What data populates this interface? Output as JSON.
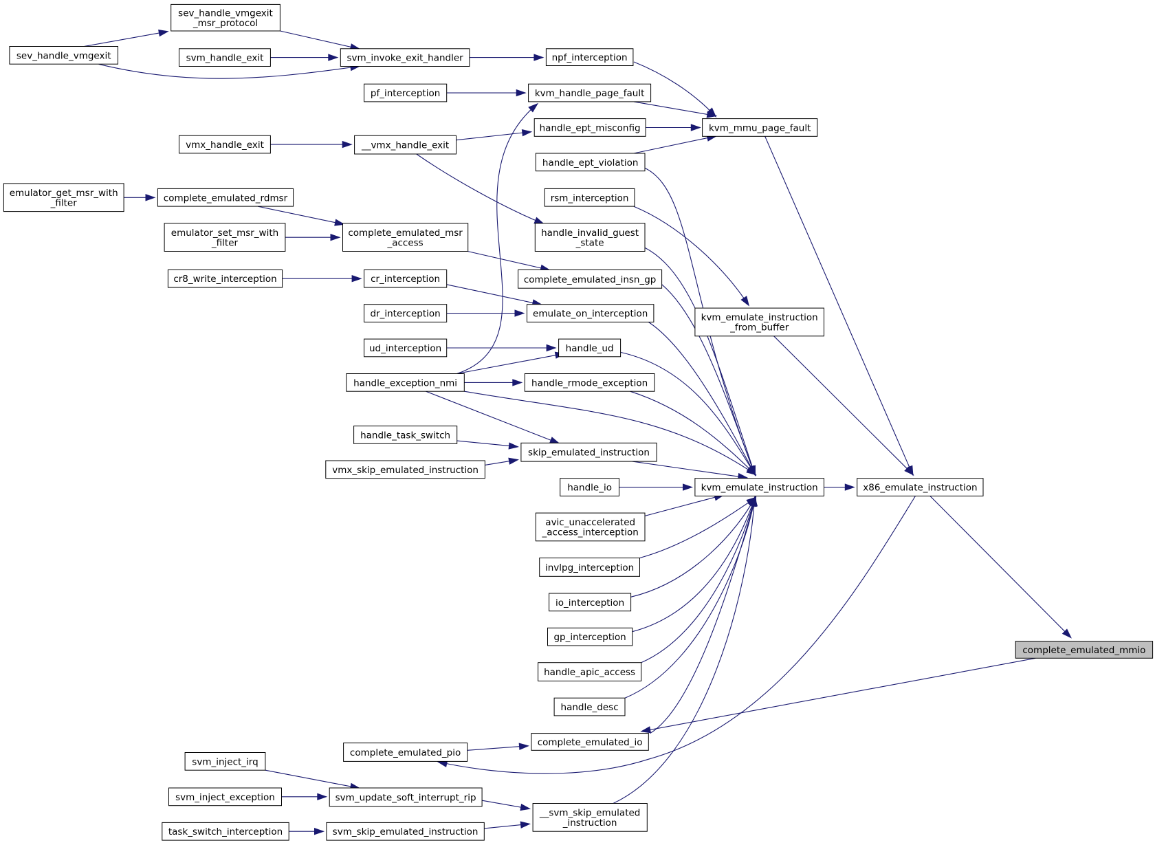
{
  "graph": {
    "type": "caller-graph",
    "colors": {
      "edge": "#191970",
      "node_border": "#000000",
      "node_fill": "#ffffff",
      "highlight_fill": "#bfbfbf"
    },
    "nodes": [
      {
        "id": "complete_emulated_mmio",
        "lines": [
          "complete_emulated_mmio"
        ],
        "highlight": true
      },
      {
        "id": "x86_emulate_instruction",
        "lines": [
          "x86_emulate_instruction"
        ]
      },
      {
        "id": "kvm_emulate_instruction",
        "lines": [
          "kvm_emulate_instruction"
        ]
      },
      {
        "id": "kvm_mmu_page_fault",
        "lines": [
          "kvm_mmu_page_fault"
        ]
      },
      {
        "id": "kvm_emulate_instruction_from_buffer",
        "lines": [
          "kvm_emulate_instruction",
          "_from_buffer"
        ]
      },
      {
        "id": "complete_emulated_io",
        "lines": [
          "complete_emulated_io"
        ]
      },
      {
        "id": "complete_emulated_pio",
        "lines": [
          "complete_emulated_pio"
        ]
      },
      {
        "id": "npf_interception",
        "lines": [
          "npf_interception"
        ]
      },
      {
        "id": "kvm_handle_page_fault",
        "lines": [
          "kvm_handle_page_fault"
        ]
      },
      {
        "id": "handle_ept_misconfig",
        "lines": [
          "handle_ept_misconfig"
        ]
      },
      {
        "id": "handle_ept_violation",
        "lines": [
          "handle_ept_violation"
        ]
      },
      {
        "id": "rsm_interception",
        "lines": [
          "rsm_interception"
        ]
      },
      {
        "id": "handle_invalid_guest_state",
        "lines": [
          "handle_invalid_guest",
          "_state"
        ]
      },
      {
        "id": "complete_emulated_insn_gp",
        "lines": [
          "complete_emulated_insn_gp"
        ]
      },
      {
        "id": "emulate_on_interception",
        "lines": [
          "emulate_on_interception"
        ]
      },
      {
        "id": "handle_ud",
        "lines": [
          "handle_ud"
        ]
      },
      {
        "id": "handle_rmode_exception",
        "lines": [
          "handle_rmode_exception"
        ]
      },
      {
        "id": "skip_emulated_instruction",
        "lines": [
          "skip_emulated_instruction"
        ]
      },
      {
        "id": "handle_io",
        "lines": [
          "handle_io"
        ]
      },
      {
        "id": "avic_unaccelerated_access_interception",
        "lines": [
          "avic_unaccelerated",
          "_access_interception"
        ]
      },
      {
        "id": "invlpg_interception",
        "lines": [
          "invlpg_interception"
        ]
      },
      {
        "id": "io_interception",
        "lines": [
          "io_interception"
        ]
      },
      {
        "id": "gp_interception",
        "lines": [
          "gp_interception"
        ]
      },
      {
        "id": "handle_apic_access",
        "lines": [
          "handle_apic_access"
        ]
      },
      {
        "id": "handle_desc",
        "lines": [
          "handle_desc"
        ]
      },
      {
        "id": "__svm_skip_emulated_instruction",
        "lines": [
          "__svm_skip_emulated",
          "_instruction"
        ]
      },
      {
        "id": "svm_invoke_exit_handler",
        "lines": [
          "svm_invoke_exit_handler"
        ]
      },
      {
        "id": "__vmx_handle_exit",
        "lines": [
          "__vmx_handle_exit"
        ]
      },
      {
        "id": "pf_interception",
        "lines": [
          "pf_interception"
        ]
      },
      {
        "id": "handle_exception_nmi",
        "lines": [
          "handle_exception_nmi"
        ]
      },
      {
        "id": "complete_emulated_msr_access",
        "lines": [
          "complete_emulated_msr",
          "_access"
        ]
      },
      {
        "id": "cr_interception",
        "lines": [
          "cr_interception"
        ]
      },
      {
        "id": "dr_interception",
        "lines": [
          "dr_interception"
        ]
      },
      {
        "id": "ud_interception",
        "lines": [
          "ud_interception"
        ]
      },
      {
        "id": "handle_task_switch",
        "lines": [
          "handle_task_switch"
        ]
      },
      {
        "id": "vmx_skip_emulated_instruction",
        "lines": [
          "vmx_skip_emulated_instruction"
        ]
      },
      {
        "id": "svm_update_soft_interrupt_rip",
        "lines": [
          "svm_update_soft_interrupt_rip"
        ]
      },
      {
        "id": "svm_skip_emulated_instruction",
        "lines": [
          "svm_skip_emulated_instruction"
        ]
      },
      {
        "id": "sev_handle_vmgexit_msr_protocol",
        "lines": [
          "sev_handle_vmgexit",
          "_msr_protocol"
        ]
      },
      {
        "id": "svm_handle_exit",
        "lines": [
          "svm_handle_exit"
        ]
      },
      {
        "id": "sev_handle_vmgexit",
        "lines": [
          "sev_handle_vmgexit"
        ]
      },
      {
        "id": "vmx_handle_exit",
        "lines": [
          "vmx_handle_exit"
        ]
      },
      {
        "id": "complete_emulated_rdmsr",
        "lines": [
          "complete_emulated_rdmsr"
        ]
      },
      {
        "id": "emulator_get_msr_with_filter",
        "lines": [
          "emulator_get_msr_with",
          "_filter"
        ]
      },
      {
        "id": "emulator_set_msr_with_filter",
        "lines": [
          "emulator_set_msr_with",
          "_filter"
        ]
      },
      {
        "id": "cr8_write_interception",
        "lines": [
          "cr8_write_interception"
        ]
      },
      {
        "id": "svm_inject_irq",
        "lines": [
          "svm_inject_irq"
        ]
      },
      {
        "id": "svm_inject_exception",
        "lines": [
          "svm_inject_exception"
        ]
      },
      {
        "id": "task_switch_interception",
        "lines": [
          "task_switch_interception"
        ]
      }
    ],
    "edges": [
      [
        "x86_emulate_instruction",
        "complete_emulated_mmio"
      ],
      [
        "complete_emulated_mmio",
        "complete_emulated_io"
      ],
      [
        "kvm_emulate_instruction",
        "x86_emulate_instruction"
      ],
      [
        "kvm_mmu_page_fault",
        "x86_emulate_instruction"
      ],
      [
        "kvm_emulate_instruction_from_buffer",
        "x86_emulate_instruction"
      ],
      [
        "x86_emulate_instruction",
        "complete_emulated_pio"
      ],
      [
        "complete_emulated_io",
        "kvm_emulate_instruction"
      ],
      [
        "complete_emulated_pio",
        "complete_emulated_io"
      ],
      [
        "npf_interception",
        "kvm_mmu_page_fault"
      ],
      [
        "kvm_handle_page_fault",
        "kvm_mmu_page_fault"
      ],
      [
        "handle_ept_misconfig",
        "kvm_mmu_page_fault"
      ],
      [
        "handle_ept_violation",
        "kvm_mmu_page_fault"
      ],
      [
        "rsm_interception",
        "kvm_emulate_instruction_from_buffer"
      ],
      [
        "handle_ept_violation",
        "kvm_emulate_instruction"
      ],
      [
        "handle_invalid_guest_state",
        "kvm_emulate_instruction"
      ],
      [
        "complete_emulated_insn_gp",
        "kvm_emulate_instruction"
      ],
      [
        "emulate_on_interception",
        "kvm_emulate_instruction"
      ],
      [
        "handle_ud",
        "kvm_emulate_instruction"
      ],
      [
        "handle_rmode_exception",
        "kvm_emulate_instruction"
      ],
      [
        "handle_exception_nmi",
        "kvm_emulate_instruction"
      ],
      [
        "skip_emulated_instruction",
        "kvm_emulate_instruction"
      ],
      [
        "handle_io",
        "kvm_emulate_instruction"
      ],
      [
        "avic_unaccelerated_access_interception",
        "kvm_emulate_instruction"
      ],
      [
        "invlpg_interception",
        "kvm_emulate_instruction"
      ],
      [
        "io_interception",
        "kvm_emulate_instruction"
      ],
      [
        "gp_interception",
        "kvm_emulate_instruction"
      ],
      [
        "handle_apic_access",
        "kvm_emulate_instruction"
      ],
      [
        "handle_desc",
        "kvm_emulate_instruction"
      ],
      [
        "__svm_skip_emulated_instruction",
        "kvm_emulate_instruction"
      ],
      [
        "svm_invoke_exit_handler",
        "npf_interception"
      ],
      [
        "pf_interception",
        "kvm_handle_page_fault"
      ],
      [
        "handle_exception_nmi",
        "kvm_handle_page_fault"
      ],
      [
        "__vmx_handle_exit",
        "handle_ept_misconfig"
      ],
      [
        "__vmx_handle_exit",
        "handle_invalid_guest_state"
      ],
      [
        "complete_emulated_msr_access",
        "complete_emulated_insn_gp"
      ],
      [
        "cr_interception",
        "emulate_on_interception"
      ],
      [
        "dr_interception",
        "emulate_on_interception"
      ],
      [
        "ud_interception",
        "handle_ud"
      ],
      [
        "handle_exception_nmi",
        "handle_ud"
      ],
      [
        "handle_exception_nmi",
        "handle_rmode_exception"
      ],
      [
        "handle_exception_nmi",
        "skip_emulated_instruction"
      ],
      [
        "handle_task_switch",
        "skip_emulated_instruction"
      ],
      [
        "vmx_skip_emulated_instruction",
        "skip_emulated_instruction"
      ],
      [
        "svm_update_soft_interrupt_rip",
        "__svm_skip_emulated_instruction"
      ],
      [
        "svm_skip_emulated_instruction",
        "__svm_skip_emulated_instruction"
      ],
      [
        "sev_handle_vmgexit_msr_protocol",
        "svm_invoke_exit_handler"
      ],
      [
        "svm_handle_exit",
        "svm_invoke_exit_handler"
      ],
      [
        "sev_handle_vmgexit",
        "svm_invoke_exit_handler"
      ],
      [
        "sev_handle_vmgexit",
        "sev_handle_vmgexit_msr_protocol"
      ],
      [
        "vmx_handle_exit",
        "__vmx_handle_exit"
      ],
      [
        "complete_emulated_rdmsr",
        "complete_emulated_msr_access"
      ],
      [
        "emulator_set_msr_with_filter",
        "complete_emulated_msr_access"
      ],
      [
        "emulator_get_msr_with_filter",
        "complete_emulated_rdmsr"
      ],
      [
        "cr8_write_interception",
        "cr_interception"
      ],
      [
        "svm_inject_irq",
        "svm_update_soft_interrupt_rip"
      ],
      [
        "svm_inject_exception",
        "svm_update_soft_interrupt_rip"
      ],
      [
        "task_switch_interception",
        "svm_skip_emulated_instruction"
      ]
    ]
  }
}
